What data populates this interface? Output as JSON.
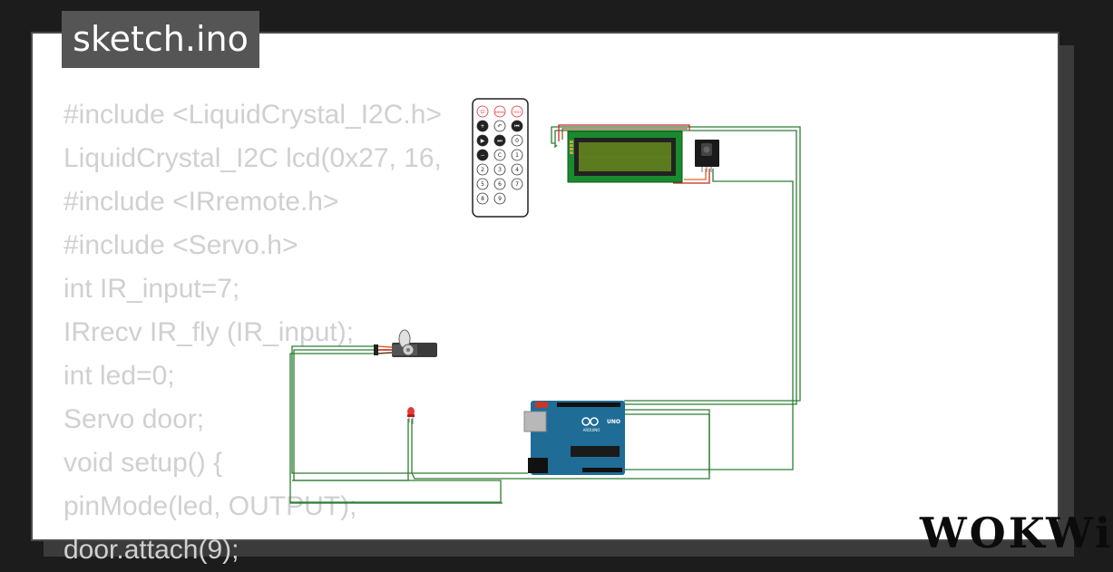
{
  "file": {
    "name": "sketch.ino"
  },
  "code_lines": [
    "#include <LiquidCrystal_I2C.h>",
    "LiquidCrystal_I2C lcd(0x27, 16,",
    "#include <IRremote.h>",
    "#include <Servo.h>",
    "int IR_input=7;",
    "IRrecv IR_fly (IR_input);",
    "int led=0;",
    "Servo door;",
    "void setup() {",
    "pinMode(led, OUTPUT);",
    "door.attach(9);"
  ],
  "remote": {
    "buttons": [
      "⏻",
      "MENU",
      "TEST",
      "+",
      "↶",
      "⏮",
      "▶",
      "⏭",
      "0",
      "−",
      "C",
      "1",
      "2",
      "3",
      "4",
      "5",
      "6",
      "7",
      "8",
      "9"
    ]
  },
  "arduino": {
    "brand": "ARDUINO",
    "model": "UNO"
  },
  "brand": {
    "logo_text": "WOKWi"
  },
  "colors": {
    "wire_green": "#2e7d32",
    "wire_red": "#c62828",
    "wire_orange": "#d66a1a",
    "board_blue": "#1f6d96",
    "lcd_screen": "#5c7a1e",
    "lcd_frame": "#1a8a2e"
  }
}
